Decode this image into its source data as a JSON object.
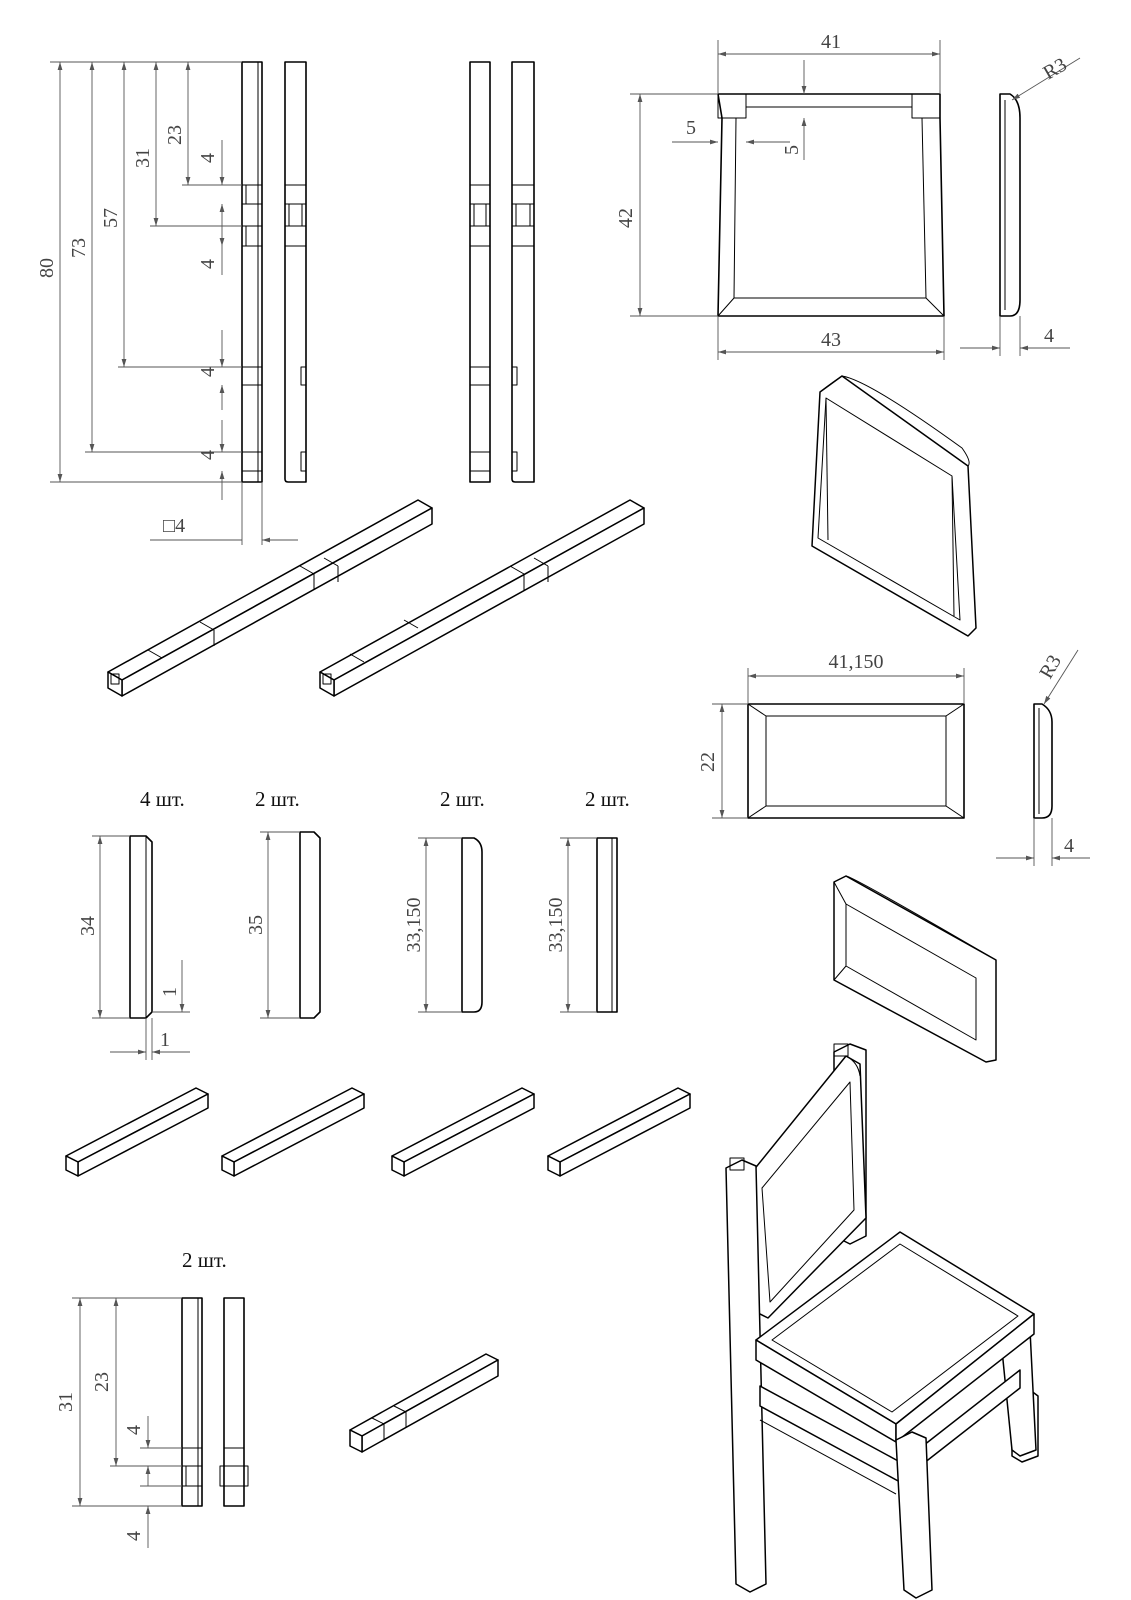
{
  "drawing": {
    "side_rail": {
      "dims": [
        "80",
        "73",
        "57",
        "31",
        "23",
        "4",
        "4",
        "4",
        "4"
      ],
      "section": "□4"
    },
    "back_frame": {
      "width_top": "41",
      "height": "42",
      "width_bottom": "43",
      "inset_x": "5",
      "inset_y": "5",
      "radius": "R3",
      "thickness": "4"
    },
    "seat_panel": {
      "width": "41,150",
      "height": "22",
      "radius": "R3",
      "thickness": "4"
    },
    "crossbars": [
      {
        "qty": "4 шт.",
        "length": "34",
        "chamfer_a": "1",
        "chamfer_b": "1"
      },
      {
        "qty": "2 шт.",
        "length": "35"
      },
      {
        "qty": "2 шт.",
        "length": "33,150"
      },
      {
        "qty": "2 шт.",
        "length": "33,150"
      }
    ],
    "short_leg": {
      "qty": "2 шт.",
      "dims": [
        "31",
        "23",
        "4",
        "4"
      ]
    }
  }
}
